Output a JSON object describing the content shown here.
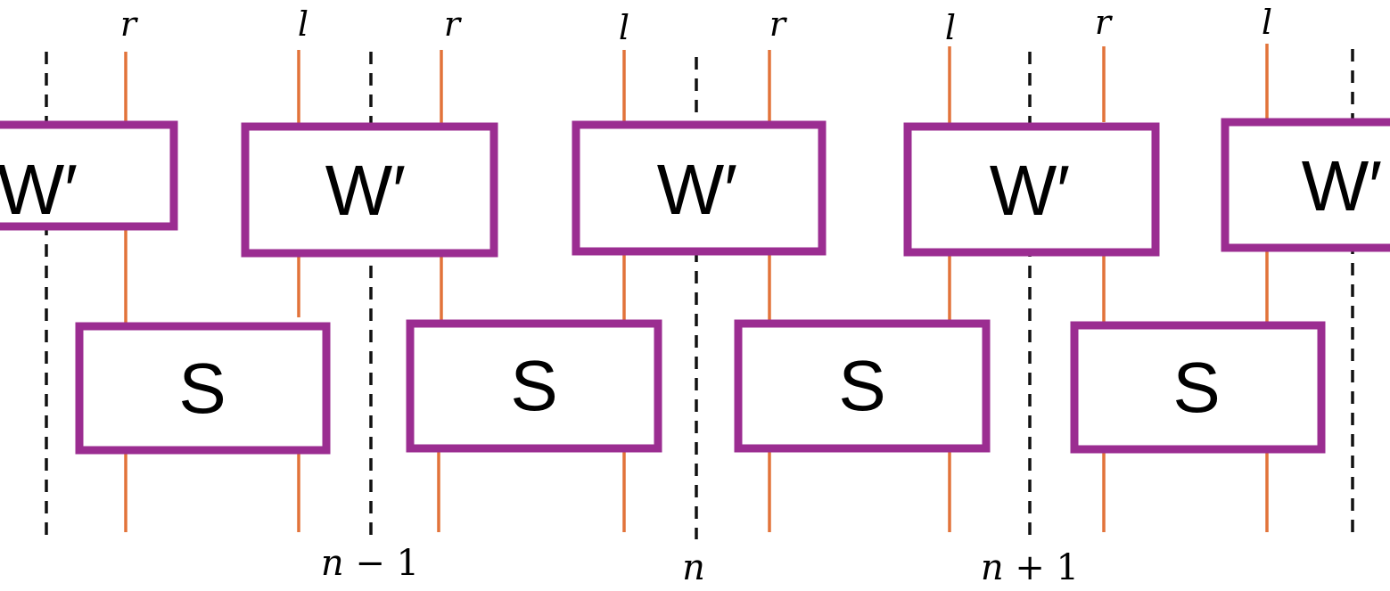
{
  "colors": {
    "box_stroke": "#9b2d91",
    "wire": "#e2733a",
    "dashed_line": "#111111"
  },
  "legs": [
    {
      "label": "r"
    },
    {
      "label": "l"
    },
    {
      "label": "r"
    },
    {
      "label": "l"
    },
    {
      "label": "r"
    },
    {
      "label": "l"
    },
    {
      "label": "r"
    },
    {
      "label": "l"
    }
  ],
  "w_boxes": [
    {
      "label": "W′"
    },
    {
      "label": "W′"
    },
    {
      "label": "W′"
    },
    {
      "label": "W′"
    },
    {
      "label": "W′"
    }
  ],
  "s_boxes": [
    {
      "label": "S"
    },
    {
      "label": "S"
    },
    {
      "label": "S"
    },
    {
      "label": "S"
    }
  ],
  "site_labels": [
    {
      "var": "n",
      "suffix": " − 1"
    },
    {
      "var": "n",
      "suffix": ""
    },
    {
      "var": "n",
      "suffix": " + 1"
    }
  ]
}
